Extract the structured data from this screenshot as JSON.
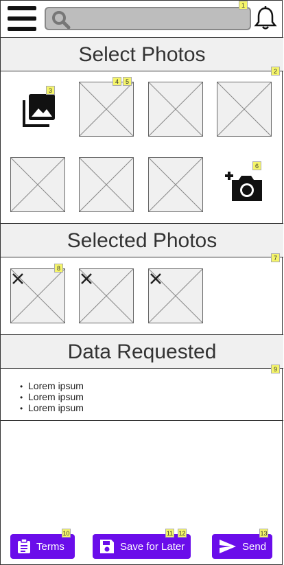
{
  "topbar": {
    "menu_icon": "hamburger-icon",
    "search_icon": "search-icon",
    "bell_icon": "bell-icon"
  },
  "sections": {
    "select_photos": "Select Photos",
    "selected_photos": "Selected Photos",
    "data_requested": "Data Requested"
  },
  "data_list": [
    "Lorem ipsum",
    "Lorem ipsum",
    "Lorem ipsum"
  ],
  "buttons": {
    "terms": "Terms",
    "save": "Save for Later",
    "send": "Send"
  },
  "badges": {
    "b1": "1",
    "b2": "2",
    "b3": "3",
    "b4": "4",
    "b5": "5",
    "b6": "6",
    "b7": "7",
    "b8": "8",
    "b9": "9",
    "b10": "10",
    "b11": "11",
    "b12": "12",
    "b13": "13"
  },
  "colors": {
    "accent": "#6a0dea",
    "badge": "#f5f56a",
    "header_bg": "#f0f0f0"
  }
}
